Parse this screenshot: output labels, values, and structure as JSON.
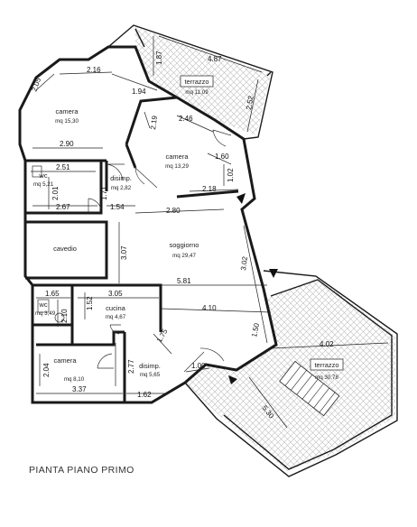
{
  "title": "PIANTA PIANO PRIMO",
  "rooms": {
    "camera_top": {
      "name": "camera",
      "area": "mq 15,30"
    },
    "camera_mid": {
      "name": "camera",
      "area": "mq 13,29"
    },
    "wc_top": {
      "name": "wc",
      "area": "mq 5,21"
    },
    "disimp_top": {
      "name": "disimp.",
      "area": "mq 2,82"
    },
    "cavedio": {
      "name": "cavedio",
      "area": ""
    },
    "soggiorno": {
      "name": "soggiorno",
      "area": "mq 29,47"
    },
    "wc_bot": {
      "name": "wc",
      "area": "mq 3,49"
    },
    "cucina": {
      "name": "cucina",
      "area": "mq 4,67"
    },
    "camera_bot": {
      "name": "camera",
      "area": "mq 8,10"
    },
    "disimp_bot": {
      "name": "disimp.",
      "area": "mq 5,65"
    },
    "terrazzo_top": {
      "name": "terrazzo",
      "area": "mq 11,09"
    },
    "terrazzo_bot": {
      "name": "terrazzo",
      "area": "mq 30,78"
    }
  },
  "dimensions": {
    "d_2_05": "2.05",
    "d_2_16": "2.16",
    "d_1_94": "1.94",
    "d_1_87": "1.87",
    "d_4_87": "4.87",
    "d_2_52": "2.52",
    "d_2_19": "2.19",
    "d_2_46": "2.46",
    "d_2_90": "2.90",
    "d_1_60": "1.60",
    "d_1_02": "1.02",
    "d_2_51": "2.51",
    "d_2_01": "2.01",
    "d_1_71": "1.71",
    "d_2_67": "2.67",
    "d_2_18": "2.18",
    "d_1_54": "1.54",
    "d_2_80": "2.80",
    "d_3_07": "3.07",
    "d_3_02": "3.02",
    "d_5_81": "5.81",
    "d_1_65": "1.65",
    "d_3_05": "3.05",
    "d_2_10": "2.10",
    "d_1_52": "1.52",
    "d_4_10": "4.10",
    "d_1_50": "1.50",
    "d_1_75": "1.75",
    "d_2_04": "2.04",
    "d_2_77": "2.77",
    "d_3_37": "3.37",
    "d_1_62": "1.62",
    "d_1_00": "1.00",
    "d_4_02": "4.02",
    "d_5_30": "5.30"
  }
}
